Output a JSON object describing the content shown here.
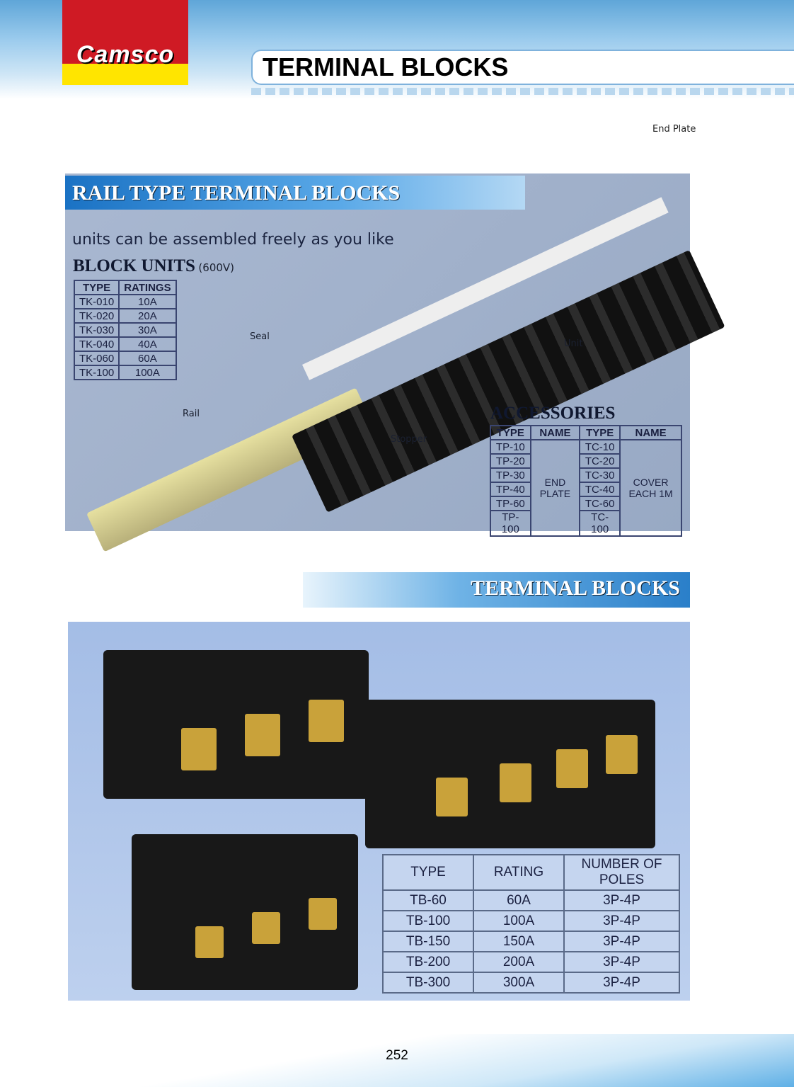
{
  "header": {
    "brand": "Camsco",
    "title": "TERMINAL BLOCKS",
    "brand_colors": {
      "red": "#cf1a24",
      "yellow": "#ffe500"
    }
  },
  "rail_section": {
    "title": "RAIL TYPE TERMINAL BLOCKS",
    "tagline": "units can be assembled freely as you like",
    "block_units_title": "BLOCK UNITS",
    "block_units_voltage": "(600V)",
    "block_units_table": {
      "headers": [
        "TYPE",
        "RATINGS"
      ],
      "rows": [
        [
          "TK-010",
          "10A"
        ],
        [
          "TK-020",
          "20A"
        ],
        [
          "TK-030",
          "30A"
        ],
        [
          "TK-040",
          "40A"
        ],
        [
          "TK-060",
          "60A"
        ],
        [
          "TK-100",
          "100A"
        ]
      ]
    },
    "callouts": {
      "end_plate": "End Plate",
      "seal": "Seal",
      "unit": "Unit",
      "rail": "Rail",
      "stopper": "Stopper"
    },
    "accessories_title": "ACCESSORIES",
    "accessories_table": {
      "headers": [
        "TYPE",
        "NAME",
        "TYPE",
        "NAME"
      ],
      "tp": [
        "TP-10",
        "TP-20",
        "TP-30",
        "TP-40",
        "TP-60",
        "TP-100"
      ],
      "tp_name": "END PLATE",
      "tc": [
        "TC-10",
        "TC-20",
        "TC-30",
        "TC-40",
        "TC-60",
        "TC-100"
      ],
      "tc_name": "COVER EACH 1M"
    }
  },
  "terminal_section": {
    "title": "TERMINAL BLOCKS",
    "table": {
      "headers": [
        "TYPE",
        "RATING",
        "NUMBER OF POLES"
      ],
      "rows": [
        [
          "TB-60",
          "60A",
          "3P-4P"
        ],
        [
          "TB-100",
          "100A",
          "3P-4P"
        ],
        [
          "TB-150",
          "150A",
          "3P-4P"
        ],
        [
          "TB-200",
          "200A",
          "3P-4P"
        ],
        [
          "TB-300",
          "300A",
          "3P-4P"
        ]
      ]
    }
  },
  "page_number": "252"
}
